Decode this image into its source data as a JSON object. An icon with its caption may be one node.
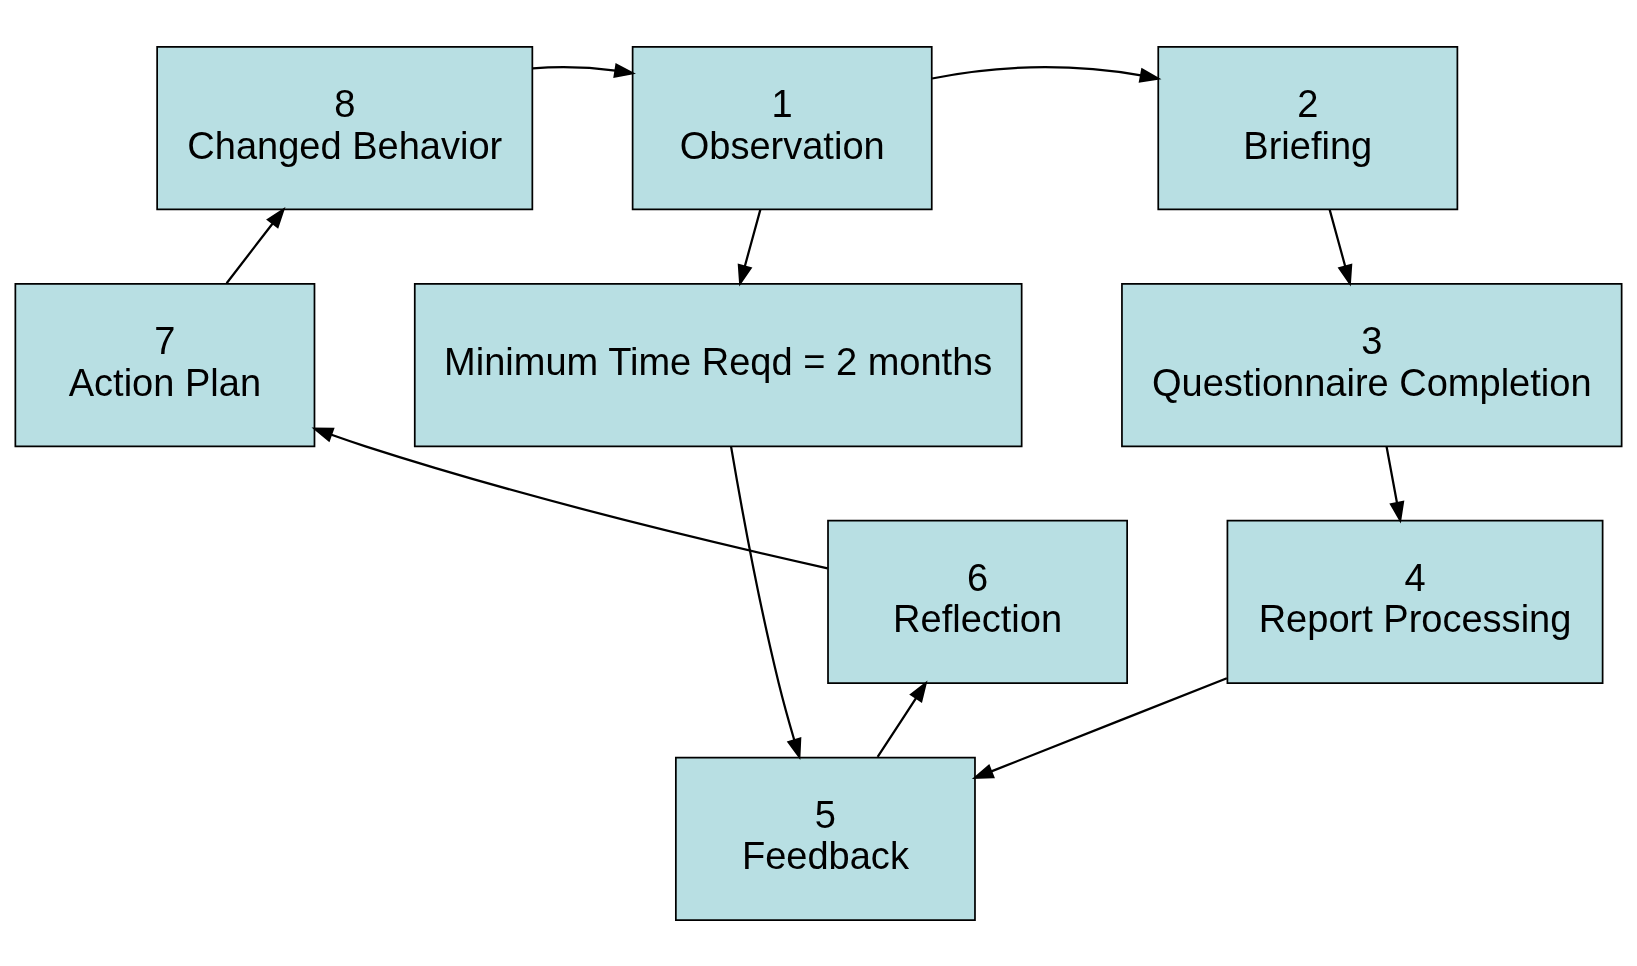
{
  "diagram": {
    "nodes": [
      {
        "text": [
          "1",
          "Observation"
        ]
      },
      {
        "text": [
          "2",
          "Briefing"
        ]
      },
      {
        "text": [
          "3",
          "Questionnaire Completion"
        ]
      },
      {
        "text": [
          "4",
          "Report Processing"
        ]
      },
      {
        "text": [
          "5",
          "Feedback"
        ]
      },
      {
        "text": [
          "6",
          "Reflection"
        ]
      },
      {
        "text": [
          "7",
          "Action Plan"
        ]
      },
      {
        "text": [
          "8",
          "Changed Behavior"
        ]
      },
      {
        "text": [
          "Minimum Time Reqd = 2 months"
        ]
      }
    ],
    "edges": [
      {
        "from": 0,
        "to": 1,
        "arrow": "to"
      },
      {
        "from": 1,
        "to": 2,
        "arrow": "to"
      },
      {
        "from": 2,
        "to": 3,
        "arrow": "to"
      },
      {
        "from": 3,
        "to": 4,
        "arrow": "to"
      },
      {
        "from": 4,
        "to": 5,
        "arrow": "to"
      },
      {
        "from": 5,
        "to": 6,
        "arrow": "to"
      },
      {
        "from": 6,
        "to": 7,
        "arrow": "to"
      },
      {
        "from": 7,
        "to": 0,
        "arrow": "to"
      },
      {
        "from": 0,
        "to": 8,
        "arrow": "to"
      },
      {
        "from": 8,
        "to": 4,
        "arrow": "to"
      }
    ]
  }
}
